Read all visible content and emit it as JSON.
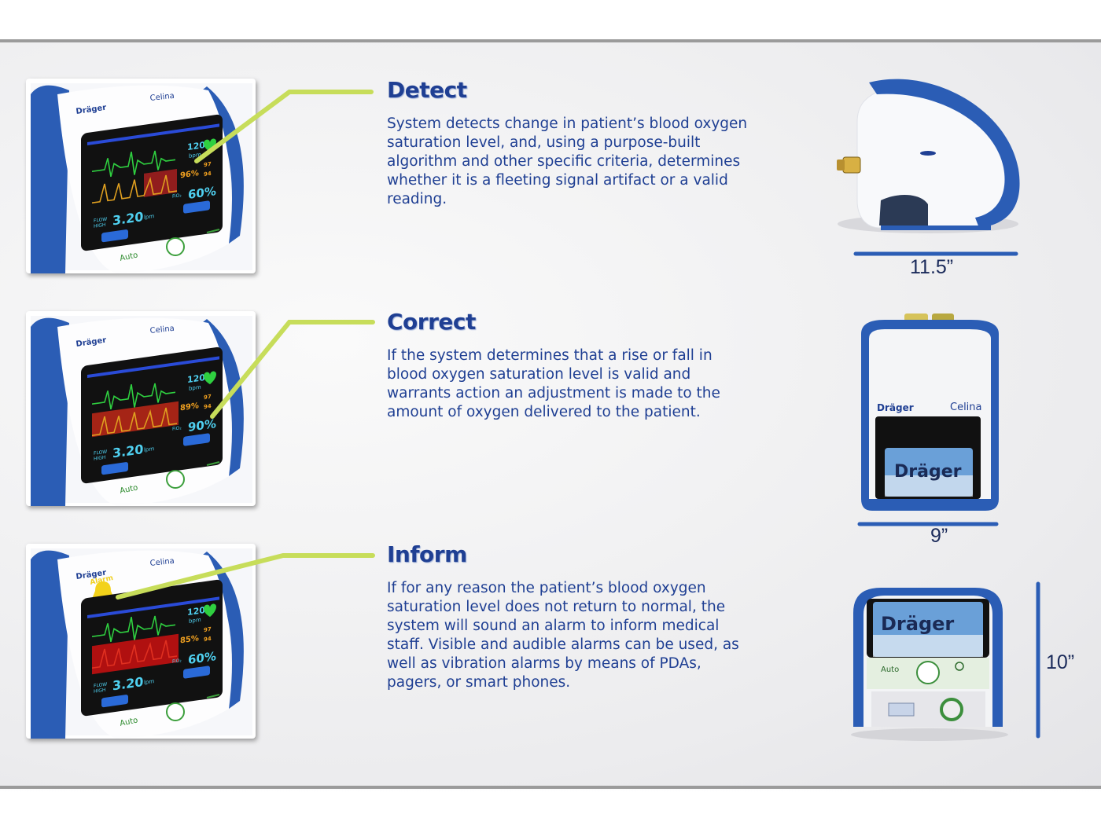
{
  "sections": [
    {
      "heading": "Detect",
      "body": "System detects change in patient’s blood oxygen saturation level, and, using a purpose-built algorithm and other specific criteria, determines whether it is a fleeting signal artifact or a valid reading.",
      "screen": {
        "brand": "Dräger",
        "model": "Celina",
        "pulse": "120",
        "pulse_unit": "bpm",
        "spo2": "96%",
        "limit_high": "97",
        "limit_low": "94",
        "fio2_label": "FiO₂",
        "fio2": "60%",
        "flow_label": "FLOW",
        "flow_sub": "HIGH",
        "flow": "3.20",
        "flow_unit": "lpm",
        "mode": "Auto"
      }
    },
    {
      "heading": "Correct",
      "body": "If the system determines that a rise or fall in blood oxygen saturation level is valid and warrants action an adjustment is made to the amount of oxygen delivered to the patient.",
      "screen": {
        "brand": "Dräger",
        "model": "Celina",
        "pulse": "120",
        "pulse_unit": "bpm",
        "spo2": "89%",
        "limit_high": "97",
        "limit_low": "94",
        "fio2_label": "FiO₂",
        "fio2": "90%",
        "flow_label": "FLOW",
        "flow_sub": "HIGH",
        "flow": "3.20",
        "flow_unit": "lpm",
        "mode": "Auto"
      }
    },
    {
      "heading": "Inform",
      "body": "If for any reason the patient’s blood oxygen saturation level does not return to normal, the system will sound an alarm to inform medical staff.  Visible and audible alarms can be used, as well as vibration alarms by means of PDAs, pagers, or smart phones.",
      "screen": {
        "brand": "Dräger",
        "model": "Celina",
        "alarm": "Alarm",
        "pulse": "120",
        "pulse_unit": "bpm",
        "spo2": "85%",
        "limit_high": "97",
        "limit_low": "94",
        "fio2_label": "FiO₂",
        "fio2": "60%",
        "flow_label": "FLOW",
        "flow_sub": "HIGH",
        "flow": "3.20",
        "flow_unit": "lpm",
        "mode": "Auto"
      }
    }
  ],
  "dimensions": {
    "side_width": "11.5”",
    "back_width": "9”",
    "front_height": "10”"
  },
  "front_view": {
    "brand": "Dräger",
    "model": "Celina",
    "screen_logo": "Dräger",
    "mode": "Auto"
  },
  "colors": {
    "accent_blue": "#1f3f93",
    "device_blue": "#2b5db5",
    "connector_green": "#c7dd5a"
  }
}
